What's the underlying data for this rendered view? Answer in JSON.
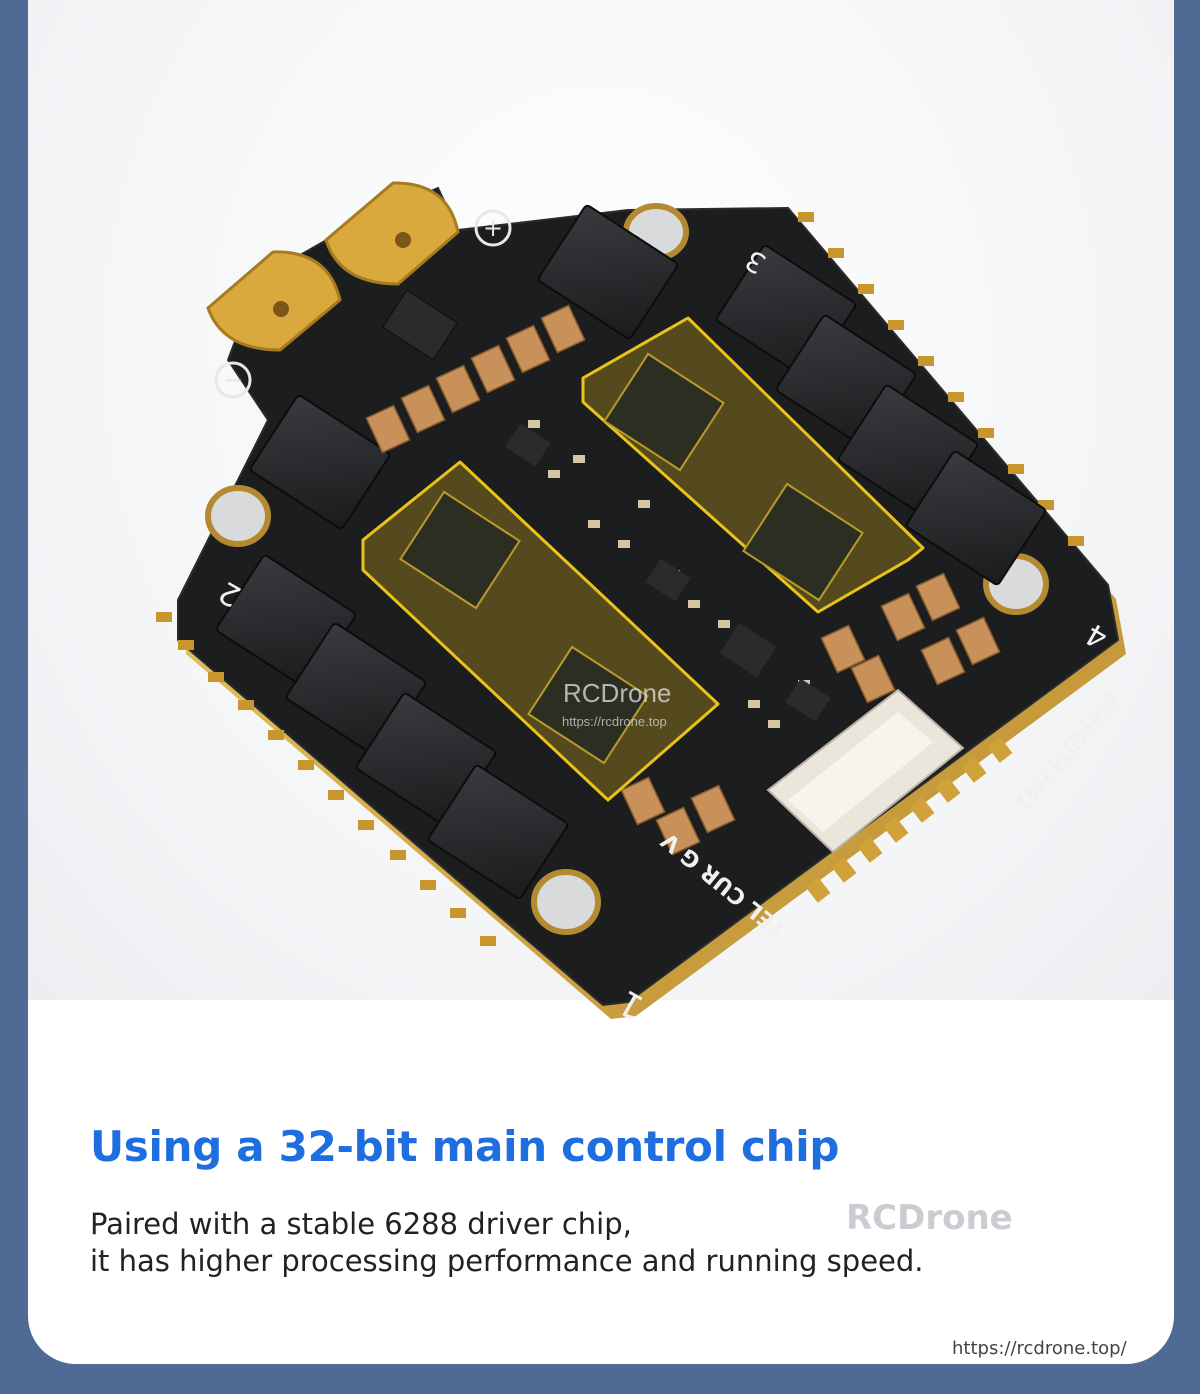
{
  "headline": "Using a 32-bit main control chip",
  "description_line_1": "Paired with a stable 6288 driver chip,",
  "description_line_2": "it has higher processing performance and running speed.",
  "watermark_text": "RCDrone",
  "watermark_url": "https://rcdrone.top/",
  "board": {
    "watermark": "RCDrone",
    "watermark_url": "https://rcdrone.top",
    "motor_labels": [
      "1",
      "2",
      "3",
      "4"
    ],
    "silkscreen_motor_order": "M4M3M2M1",
    "silkscreen_signals": "TEL CUR G V",
    "pad_plus": "+",
    "pad_minus": "−"
  },
  "colors": {
    "headline": "#1e6ee0",
    "board_black": "#1c1d1f",
    "gold": "#e2b450",
    "highlight": "#e9c21a"
  }
}
